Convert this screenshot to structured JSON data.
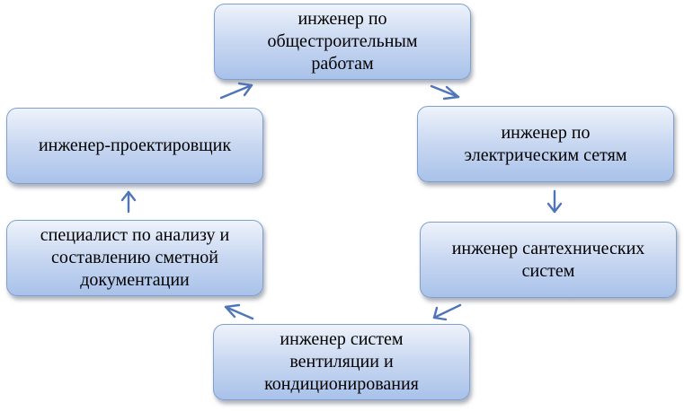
{
  "diagram": {
    "nodes": {
      "general_construction": "инженер по\nобщестроительным\nработам",
      "electrical_networks": "инженер по\nэлектрическим сетям",
      "plumbing_systems": "инженер сантехнических\nсистем",
      "ventilation_systems": "инженер систем\nвентиляции и\nкондиционирования",
      "estimate_specialist": "специалист по анализу и\nсоставлению сметной\nдокументации",
      "design_engineer": "инженер-проектировщик"
    },
    "colors": {
      "node_border": "#7f9fd0",
      "node_fill_top": "#eef3fb",
      "node_fill_bottom": "#a9c2ea",
      "arrow": "#4f74b8"
    }
  }
}
